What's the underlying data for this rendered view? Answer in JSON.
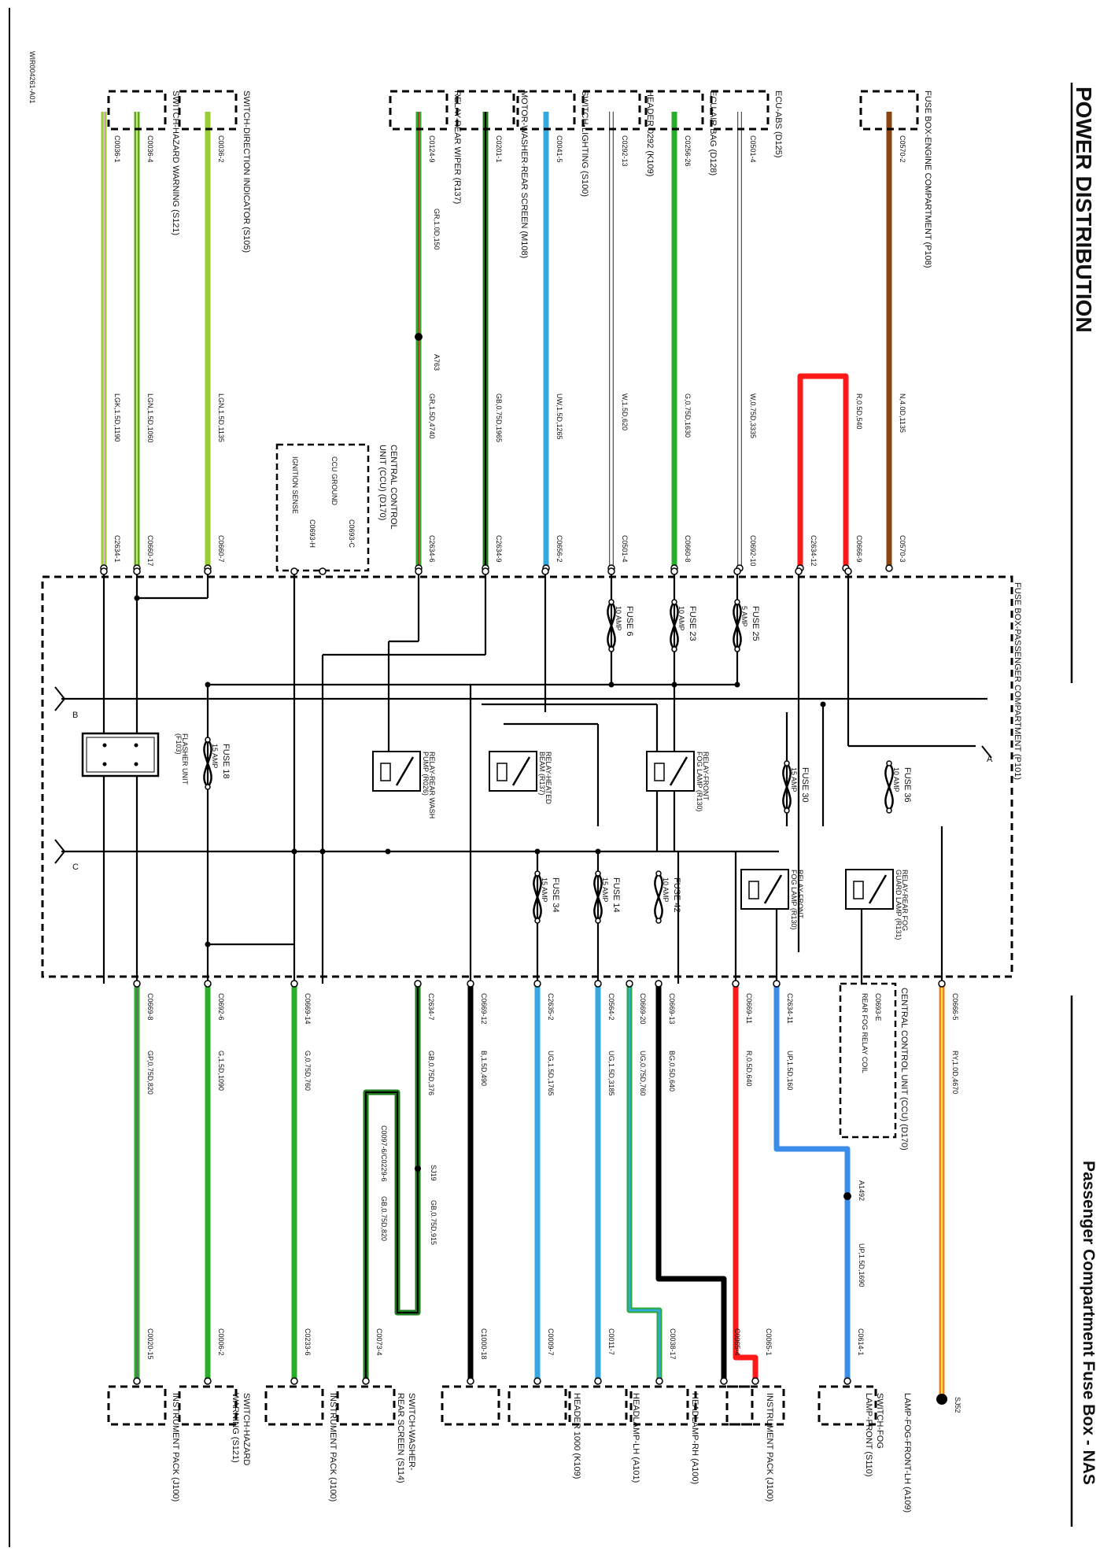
{
  "header": {
    "title": "POWER DISTRIBUTION",
    "subtitle": "Passenger Compartment Fuse Box - NAS",
    "ref": "WIR004261-A01"
  },
  "fusebox": {
    "label": "FUSE BOX-PASSENGER COMPARTMENT (P101)",
    "ccu_top": [
      "CENTRAL CONTROL",
      "UNIT (CCU) (D170)"
    ],
    "ccu_top_pins": [
      "C0693-C",
      "C0693-H"
    ],
    "ccu_top_items": [
      "CCU GROUND",
      "IGNITION SENSE"
    ],
    "ccu_bottom": [
      "CENTRAL CONTROL UNIT (CCU) (D170)"
    ],
    "ccu_bottom_pin": "C0693-E",
    "ccu_bottom_item": "REAR FOG RELAY COIL",
    "branch_a": "A",
    "branch_b": "B",
    "branch_c": "C"
  },
  "fuses": [
    {
      "id": "f6",
      "name": "FUSE 6",
      "amp": "10 AMP"
    },
    {
      "id": "f23",
      "name": "FUSE 23",
      "amp": "10 AMP"
    },
    {
      "id": "f25",
      "name": "FUSE 25",
      "amp": "5 AMP"
    },
    {
      "id": "f18",
      "name": "FUSE 18",
      "amp": "15 AMP"
    },
    {
      "id": "f30",
      "name": "FUSE 30",
      "amp": "15 AMP"
    },
    {
      "id": "f36",
      "name": "FUSE 36",
      "amp": "10 AMP"
    },
    {
      "id": "f34",
      "name": "FUSE 34",
      "amp": "15 AMP"
    },
    {
      "id": "f14",
      "name": "FUSE 14",
      "amp": "15 AMP"
    },
    {
      "id": "f42",
      "name": "FUSE 42",
      "amp": "10 AMP"
    }
  ],
  "relays": [
    {
      "id": "r1",
      "name": "RELAY-REAR WASH",
      "ref": "PUMP (R026)"
    },
    {
      "id": "r2",
      "name": "RELAY-HEATED",
      "ref": "BEAM (R137)"
    },
    {
      "id": "r3",
      "name": "RELAY-FRONT",
      "ref": "FOG LAMP (R130)"
    },
    {
      "id": "r4",
      "name": "RELAY-FRONT",
      "ref": "FOG LAMP (R130)"
    },
    {
      "id": "r5",
      "name": "RELAY-REAR FOG",
      "ref": "GUARD LAMP (R131)"
    }
  ],
  "flasher": {
    "name": "FLASHER UNIT",
    "ref": "(F103)"
  },
  "top_wires": [
    {
      "id": "t1",
      "component": "FUSE BOX-ENGINE COMPARTMENT (P108)",
      "from_pin": "C0570-2",
      "wire": "N,4.0D,1135",
      "to_pin": "C0570-3"
    },
    {
      "id": "t2",
      "component": "",
      "from_pin": "",
      "wire": "R,0.5D,540",
      "to_pin": "C0666-9"
    },
    {
      "id": "t3",
      "component": "",
      "from_pin": "",
      "wire": "",
      "to_pin": "C2634-12"
    },
    {
      "id": "t4",
      "component": "ECU-ABS (D125)",
      "from_pin": "C0501-4",
      "wire": "W,0.75D,3335",
      "to_pin": "C0692-10"
    },
    {
      "id": "t5",
      "component": "ECU-AIR BAG (D128)",
      "from_pin": "C0256-26",
      "wire": "G,0.75D,1630",
      "to_pin": "C0660-8"
    },
    {
      "id": "t6",
      "component": "HEADER 0292 (K109)",
      "from_pin": "C0292-13",
      "wire": "W,1.5D,620",
      "to_pin": "C0501-4"
    },
    {
      "id": "t7",
      "component": "SWITCH-LIGHTING (S100)",
      "from_pin": "C0041-5",
      "wire": "UW,1.5D,1265",
      "to_pin": "C0656-2"
    },
    {
      "id": "t8",
      "component": "MOTOR-WASHER-REAR SCREEN (M108)",
      "from_pin": "C0201-1",
      "wire": "GB,0.75D,1965",
      "to_pin": "C2634-9"
    },
    {
      "id": "t9",
      "component": "RELAY-REAR WIPER (R137)",
      "from_pin": "C0124-9",
      "wire": "GR,1.5D,4740",
      "to_pin": "C2634-6"
    },
    {
      "id": "t10",
      "component": "SWITCH-DIRECTION INDICATOR (S105)",
      "from_pin": "C0036-2",
      "wire": "LGN,1.5D,1135",
      "to_pin": "C0660-7"
    },
    {
      "id": "t11",
      "component": "SWITCH-HAZARD WARNING (S121)",
      "from_pin": "C0036-4",
      "wire": "LGN,1.5D,1060",
      "to_pin": "C0660-17"
    },
    {
      "id": "t12",
      "component": "",
      "from_pin": "C0036-1",
      "wire": "LGK,1.5D,1190",
      "to_pin": "C2634-1"
    }
  ],
  "top_extra": {
    "splice_a763": "A763",
    "wire_t9b": "GR,1.0D,150"
  },
  "bottom_wires": [
    {
      "id": "b1",
      "from_pin": "C0666-5",
      "wire": "RY,1.0D,4670",
      "to_pin": "",
      "component": [
        "LAMP-FOG-FRONT-LH (A109)"
      ]
    },
    {
      "id": "b2",
      "from_pin": "C2634-11",
      "wire": "UP,1.5D,160",
      "to_pin": "C0614-1",
      "component": [
        "SWITCH-FOG",
        "LAMP-FRONT (S110)"
      ]
    },
    {
      "id": "b3",
      "from_pin": "C0669-11",
      "wire": "R,0.5D,640",
      "to_pin": "C0065-1",
      "component": [
        "INSTRUMENT PACK (J100)"
      ]
    },
    {
      "id": "b4",
      "from_pin": "C0669-13",
      "wire": "BG,0.5D,640",
      "to_pin": "C0065-4",
      "component": [
        ""
      ]
    },
    {
      "id": "b5",
      "from_pin": "C0669-20",
      "wire": "UG,0.75D,760",
      "to_pin": "C0038-17",
      "component": [
        "HEADLAMP-RH (A100)"
      ]
    },
    {
      "id": "b6",
      "from_pin": "C0564-2",
      "wire": "UG,1.5D,3185",
      "to_pin": "C0011-7",
      "component": [
        "HEADLAMP-LH (A101)"
      ]
    },
    {
      "id": "b7",
      "from_pin": "C2635-2",
      "wire": "UG,1.5D,1765",
      "to_pin": "C0009-7",
      "component": [
        "HEADER 1000 (K109)"
      ]
    },
    {
      "id": "b8",
      "from_pin": "C0669-12",
      "wire": "B,1.5D,490",
      "to_pin": "C1000-18",
      "component": [
        ""
      ]
    },
    {
      "id": "b9",
      "from_pin": "C2634-7",
      "wire": "GB,0.75D,376",
      "to_pin": "C0073-4",
      "component": [
        "SWITCH-WASHER-",
        "REAR SCREEN (S114)"
      ]
    },
    {
      "id": "b10",
      "from_pin": "C0669-14",
      "wire": "G,0.75D,760",
      "to_pin": "C0233-6",
      "component": [
        "INSTRUMENT PACK (J100)"
      ]
    },
    {
      "id": "b11",
      "from_pin": "C0692-6",
      "wire": "G,1.5D,1090",
      "to_pin": "C0006-2",
      "component": [
        "SWITCH-HAZARD",
        "WARNING (S121)"
      ]
    },
    {
      "id": "b12",
      "from_pin": "C0669-8",
      "wire": "GP,0.75D,820",
      "to_pin": "C0020-15",
      "component": [
        "INSTRUMENT PACK (J100)"
      ]
    }
  ],
  "bottom_extra": {
    "splice_a1492": "A1492",
    "wire_b2b": "UP,1.5D,1690",
    "splice_sj52": "SJ52",
    "splice_sj19": "SJ19",
    "wire_b9b": "GB,0.75D,915",
    "wire_b9c": "GB,0.75D,820",
    "conn_b9": "C0097-6/C0229-6"
  },
  "colors": {
    "brown": "#8B4513",
    "red": "#ff1a1a",
    "green": "#2aad2a",
    "lightgreen": "#9acd32",
    "lightblue": "#35a8e0",
    "blue": "#3b8dea",
    "black": "#000000",
    "orange": "#f08020"
  }
}
